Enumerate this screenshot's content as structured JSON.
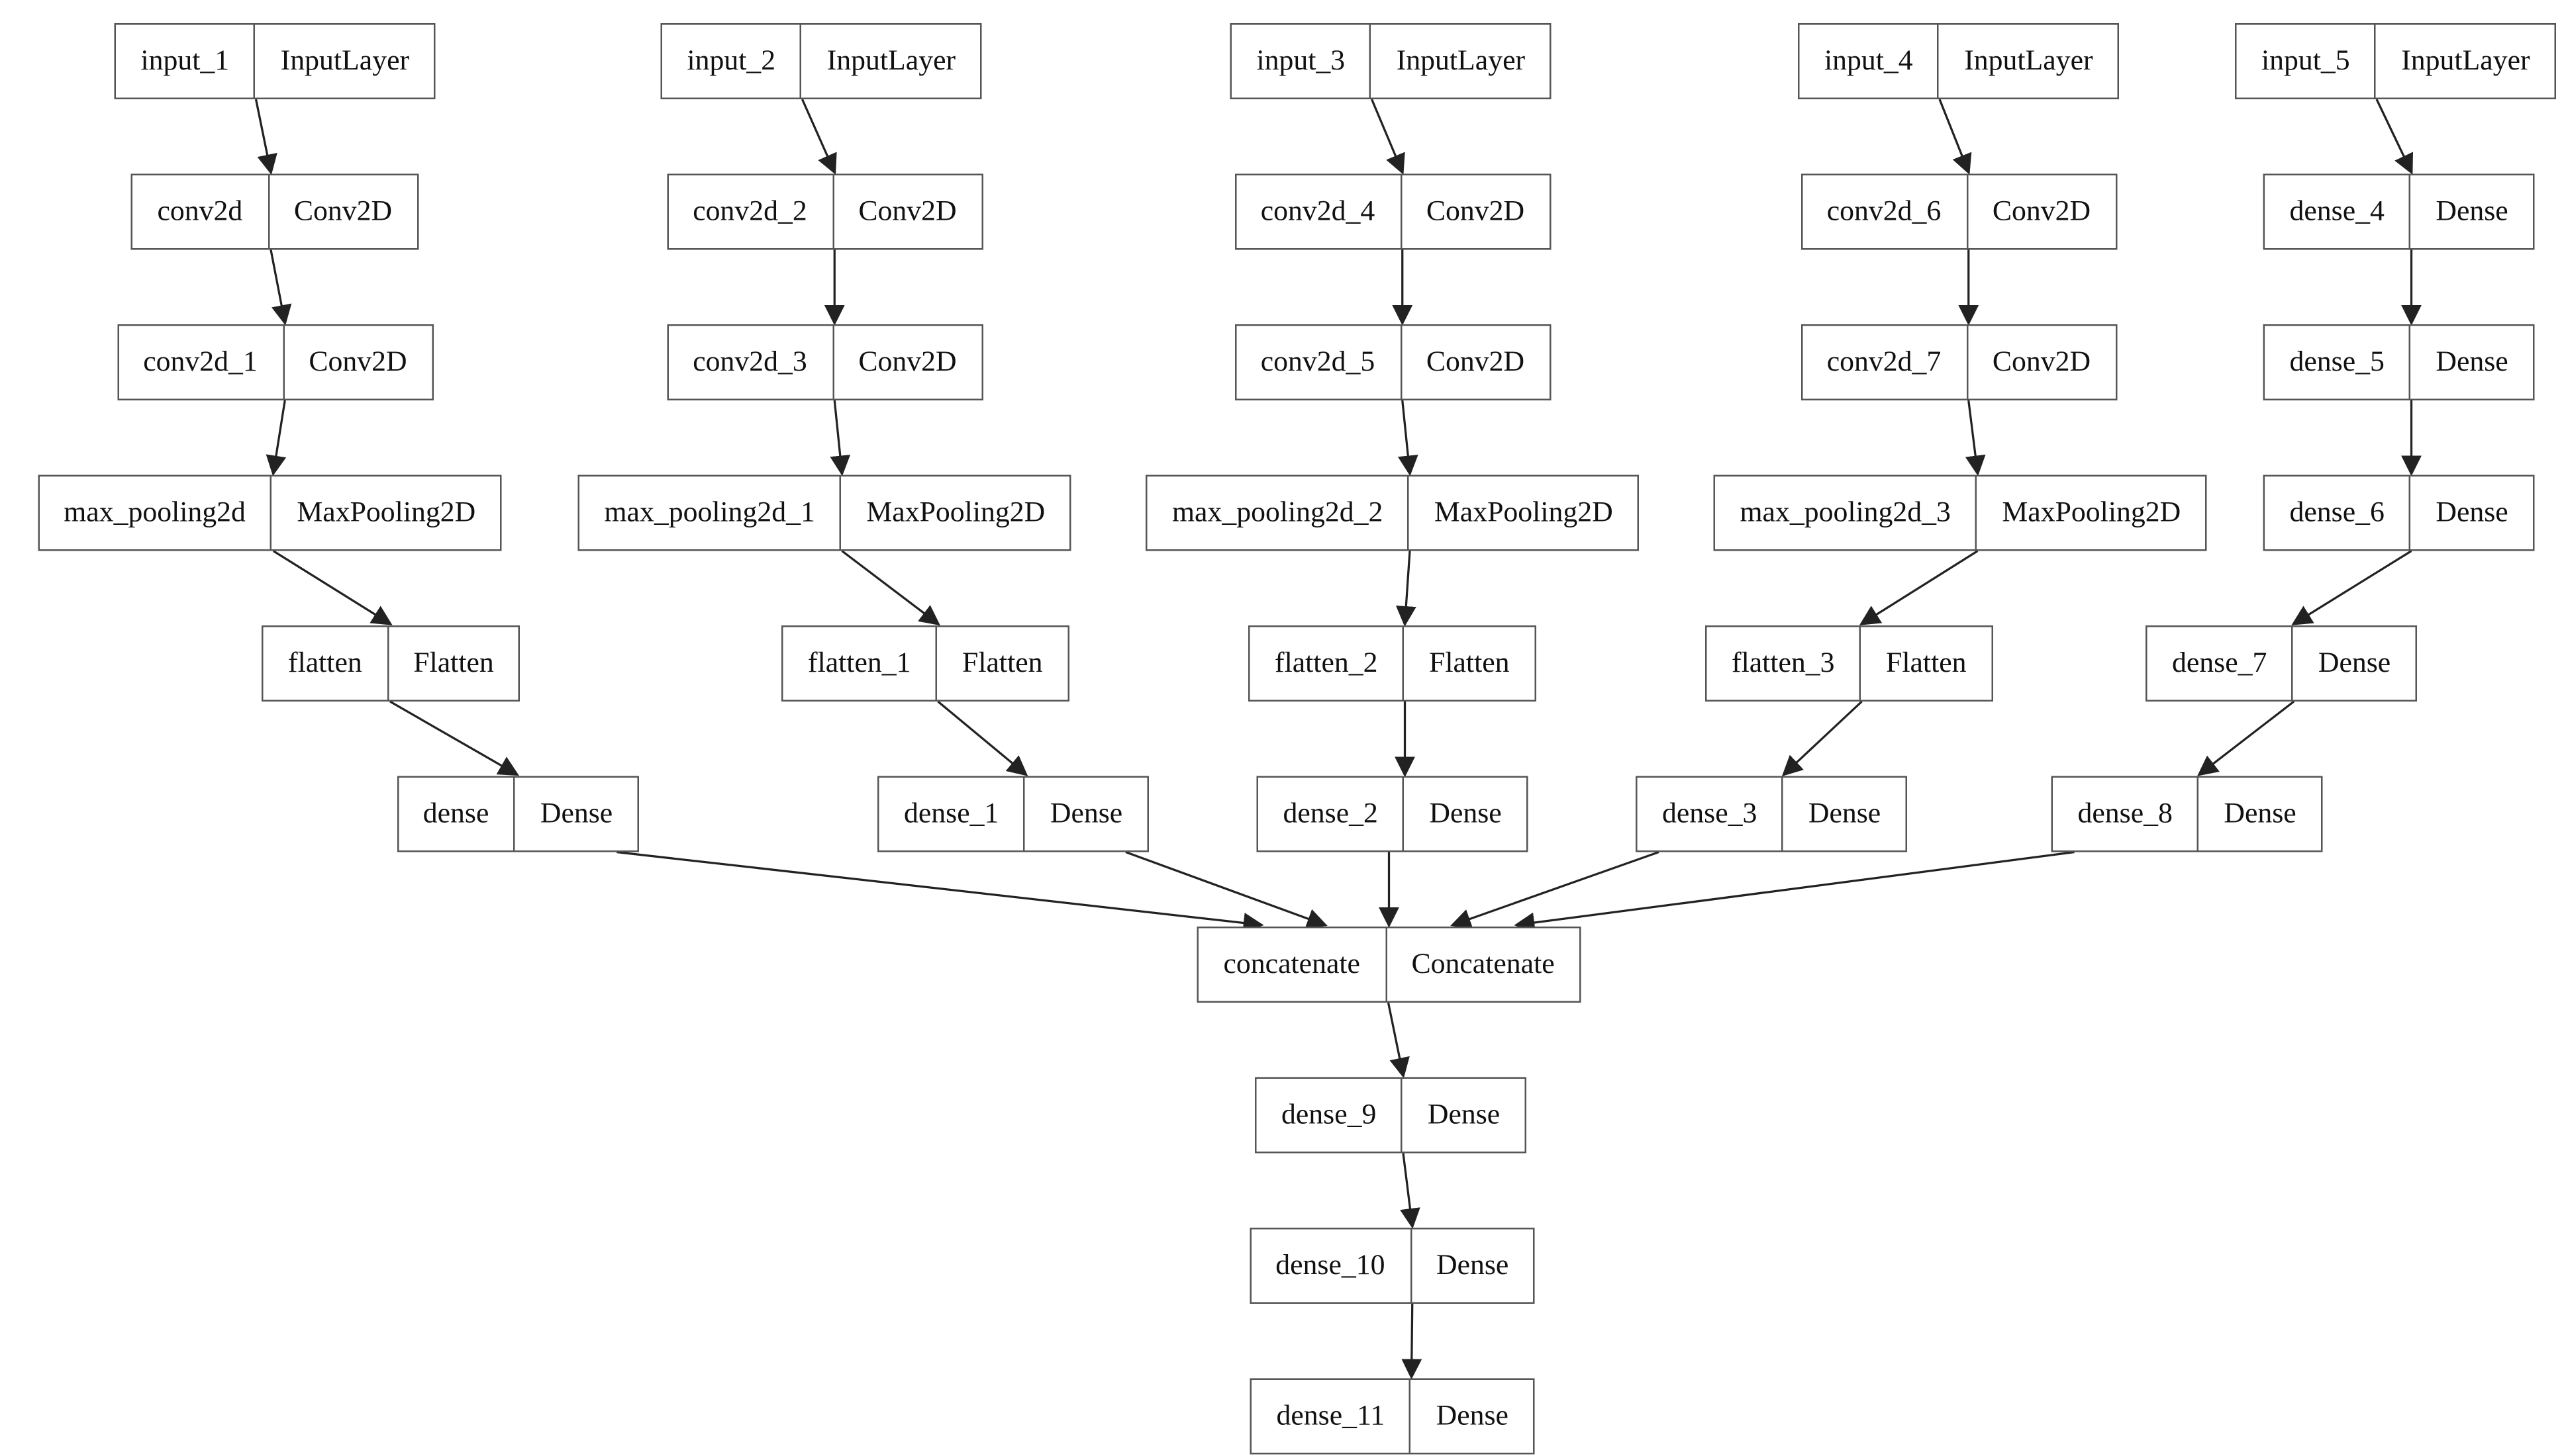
{
  "diagram": {
    "kind": "keras-model-graph",
    "nodes": [
      {
        "id": "input_1",
        "name": "input_1",
        "type": "InputLayer"
      },
      {
        "id": "conv2d",
        "name": "conv2d",
        "type": "Conv2D"
      },
      {
        "id": "conv2d_1",
        "name": "conv2d_1",
        "type": "Conv2D"
      },
      {
        "id": "max_pooling2d",
        "name": "max_pooling2d",
        "type": "MaxPooling2D"
      },
      {
        "id": "flatten",
        "name": "flatten",
        "type": "Flatten"
      },
      {
        "id": "dense",
        "name": "dense",
        "type": "Dense"
      },
      {
        "id": "input_2",
        "name": "input_2",
        "type": "InputLayer"
      },
      {
        "id": "conv2d_2",
        "name": "conv2d_2",
        "type": "Conv2D"
      },
      {
        "id": "conv2d_3",
        "name": "conv2d_3",
        "type": "Conv2D"
      },
      {
        "id": "max_pooling2d_1",
        "name": "max_pooling2d_1",
        "type": "MaxPooling2D"
      },
      {
        "id": "flatten_1",
        "name": "flatten_1",
        "type": "Flatten"
      },
      {
        "id": "dense_1",
        "name": "dense_1",
        "type": "Dense"
      },
      {
        "id": "input_3",
        "name": "input_3",
        "type": "InputLayer"
      },
      {
        "id": "conv2d_4",
        "name": "conv2d_4",
        "type": "Conv2D"
      },
      {
        "id": "conv2d_5",
        "name": "conv2d_5",
        "type": "Conv2D"
      },
      {
        "id": "max_pooling2d_2",
        "name": "max_pooling2d_2",
        "type": "MaxPooling2D"
      },
      {
        "id": "flatten_2",
        "name": "flatten_2",
        "type": "Flatten"
      },
      {
        "id": "dense_2",
        "name": "dense_2",
        "type": "Dense"
      },
      {
        "id": "input_4",
        "name": "input_4",
        "type": "InputLayer"
      },
      {
        "id": "conv2d_6",
        "name": "conv2d_6",
        "type": "Conv2D"
      },
      {
        "id": "conv2d_7",
        "name": "conv2d_7",
        "type": "Conv2D"
      },
      {
        "id": "max_pooling2d_3",
        "name": "max_pooling2d_3",
        "type": "MaxPooling2D"
      },
      {
        "id": "flatten_3",
        "name": "flatten_3",
        "type": "Flatten"
      },
      {
        "id": "dense_3",
        "name": "dense_3",
        "type": "Dense"
      },
      {
        "id": "input_5",
        "name": "input_5",
        "type": "InputLayer"
      },
      {
        "id": "dense_4",
        "name": "dense_4",
        "type": "Dense"
      },
      {
        "id": "dense_5",
        "name": "dense_5",
        "type": "Dense"
      },
      {
        "id": "dense_6",
        "name": "dense_6",
        "type": "Dense"
      },
      {
        "id": "dense_7",
        "name": "dense_7",
        "type": "Dense"
      },
      {
        "id": "dense_8",
        "name": "dense_8",
        "type": "Dense"
      },
      {
        "id": "concatenate",
        "name": "concatenate",
        "type": "Concatenate"
      },
      {
        "id": "dense_9",
        "name": "dense_9",
        "type": "Dense"
      },
      {
        "id": "dense_10",
        "name": "dense_10",
        "type": "Dense"
      },
      {
        "id": "dense_11",
        "name": "dense_11",
        "type": "Dense"
      }
    ],
    "edges": [
      {
        "from": "input_1",
        "to": "conv2d"
      },
      {
        "from": "conv2d",
        "to": "conv2d_1"
      },
      {
        "from": "conv2d_1",
        "to": "max_pooling2d"
      },
      {
        "from": "max_pooling2d",
        "to": "flatten"
      },
      {
        "from": "flatten",
        "to": "dense"
      },
      {
        "from": "dense",
        "to": "concatenate"
      },
      {
        "from": "input_2",
        "to": "conv2d_2"
      },
      {
        "from": "conv2d_2",
        "to": "conv2d_3"
      },
      {
        "from": "conv2d_3",
        "to": "max_pooling2d_1"
      },
      {
        "from": "max_pooling2d_1",
        "to": "flatten_1"
      },
      {
        "from": "flatten_1",
        "to": "dense_1"
      },
      {
        "from": "dense_1",
        "to": "concatenate"
      },
      {
        "from": "input_3",
        "to": "conv2d_4"
      },
      {
        "from": "conv2d_4",
        "to": "conv2d_5"
      },
      {
        "from": "conv2d_5",
        "to": "max_pooling2d_2"
      },
      {
        "from": "max_pooling2d_2",
        "to": "flatten_2"
      },
      {
        "from": "flatten_2",
        "to": "dense_2"
      },
      {
        "from": "dense_2",
        "to": "concatenate"
      },
      {
        "from": "input_4",
        "to": "conv2d_6"
      },
      {
        "from": "conv2d_6",
        "to": "conv2d_7"
      },
      {
        "from": "conv2d_7",
        "to": "max_pooling2d_3"
      },
      {
        "from": "max_pooling2d_3",
        "to": "flatten_3"
      },
      {
        "from": "flatten_3",
        "to": "dense_3"
      },
      {
        "from": "dense_3",
        "to": "concatenate"
      },
      {
        "from": "input_5",
        "to": "dense_4"
      },
      {
        "from": "dense_4",
        "to": "dense_5"
      },
      {
        "from": "dense_5",
        "to": "dense_6"
      },
      {
        "from": "dense_6",
        "to": "dense_7"
      },
      {
        "from": "dense_7",
        "to": "dense_8"
      },
      {
        "from": "dense_8",
        "to": "concatenate"
      },
      {
        "from": "concatenate",
        "to": "dense_9"
      },
      {
        "from": "dense_9",
        "to": "dense_10"
      },
      {
        "from": "dense_10",
        "to": "dense_11"
      }
    ]
  },
  "colors": {
    "background": "#ffffff",
    "box_border": "#555555",
    "box_fill": "#ffffff",
    "text": "#111111",
    "edge": "#222222"
  }
}
